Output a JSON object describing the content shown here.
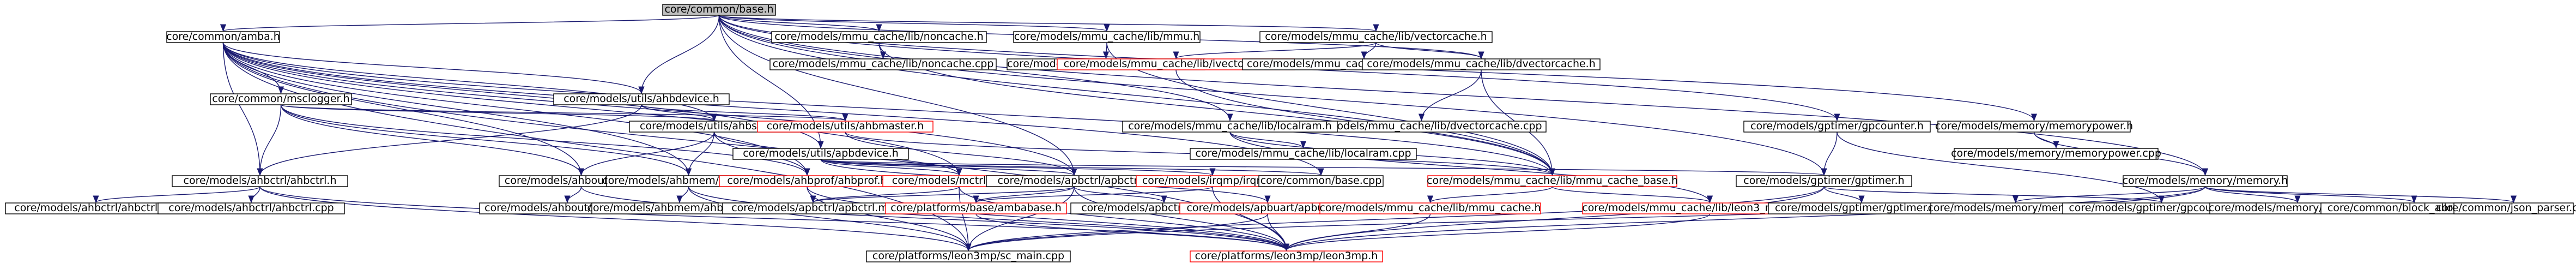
{
  "colors": {
    "edge": "#191970",
    "node_border": "#000000",
    "missing_border": "#ff0000",
    "root_fill": "#bfbfbf",
    "node_fill": "#ffffff"
  },
  "graph": {
    "nodes": [
      {
        "id": "base",
        "label": "core/common/base.h",
        "root": true
      },
      {
        "id": "amba",
        "label": "core/common/amba.h"
      },
      {
        "id": "noncache",
        "label": "core/models/mmu_cache/lib/noncache.h"
      },
      {
        "id": "mmu",
        "label": "core/models/mmu_cache/lib/mmu.h"
      },
      {
        "id": "vectorcache",
        "label": "core/models/mmu_cache/lib/vectorcache.h"
      },
      {
        "id": "noncache_cpp",
        "label": "core/models/mmu_cache/lib/noncache.cpp"
      },
      {
        "id": "mmu_cpp",
        "label": "core/models/mmu_cache/lib/mmu.cpp"
      },
      {
        "id": "ivectorcache",
        "label": "core/models/mmu_cache/lib/ivectorcache.h",
        "missing": true
      },
      {
        "id": "vectorcache_cpp",
        "label": "core/models/mmu_cache/lib/vectorcache.cpp"
      },
      {
        "id": "dvectorcache",
        "label": "core/models/mmu_cache/lib/dvectorcache.h"
      },
      {
        "id": "dvectorcache_cpp",
        "label": "core/models/mmu_cache/lib/dvectorcache.cpp"
      },
      {
        "id": "msclogger",
        "label": "core/common/msclogger.h"
      },
      {
        "id": "ahbdevice",
        "label": "core/models/utils/ahbdevice.h"
      },
      {
        "id": "ahbslave",
        "label": "core/models/utils/ahbslave.h"
      },
      {
        "id": "ahbmaster",
        "label": "core/models/utils/ahbmaster.h",
        "missing": true
      },
      {
        "id": "apbdevice",
        "label": "core/models/utils/apbdevice.h"
      },
      {
        "id": "localram",
        "label": "core/models/mmu_cache/lib/localram.h"
      },
      {
        "id": "localram_cpp",
        "label": "core/models/mmu_cache/lib/localram.cpp"
      },
      {
        "id": "gpcounter",
        "label": "core/models/gptimer/gpcounter.h"
      },
      {
        "id": "memorypower",
        "label": "core/models/memory/memorypower.h"
      },
      {
        "id": "memorypower_cpp",
        "label": "core/models/memory/memorypower.cpp"
      },
      {
        "id": "ahbctrl",
        "label": "core/models/ahbctrl/ahbctrl.h"
      },
      {
        "id": "ahbout",
        "label": "core/models/ahbout/ahbout.h"
      },
      {
        "id": "ahbmem",
        "label": "core/models/ahbmem/ahbmem.h"
      },
      {
        "id": "ahbprof",
        "label": "core/models/ahbprof/ahbprof.h",
        "missing": true
      },
      {
        "id": "mctrl",
        "label": "core/models/mctrl/mctrl.h",
        "missing": true
      },
      {
        "id": "apbctrl",
        "label": "core/models/apbctrl/apbctrl.h"
      },
      {
        "id": "irqmp",
        "label": "core/models/irqmp/irqmp.h",
        "missing": true
      },
      {
        "id": "base_cpp",
        "label": "core/common/base.cpp"
      },
      {
        "id": "mmu_cache_base",
        "label": "core/models/mmu_cache/lib/mmu_cache_base.h",
        "missing": true
      },
      {
        "id": "gptimer",
        "label": "core/models/gptimer/gptimer.h"
      },
      {
        "id": "memory",
        "label": "core/models/memory/memory.h"
      },
      {
        "id": "ahbctrl_md",
        "label": "core/models/ahbctrl/ahbctrl.md"
      },
      {
        "id": "ahbctrl_cpp",
        "label": "core/models/ahbctrl/ahbctrl.cpp"
      },
      {
        "id": "ahbout_cpp",
        "label": "core/models/ahbout/ahbout.cpp"
      },
      {
        "id": "ahbmem_cpp",
        "label": "core/models/ahbmem/ahbmem.cpp"
      },
      {
        "id": "apbctrl_md",
        "label": "core/models/apbctrl/apbctrl.md"
      },
      {
        "id": "ambabase",
        "label": "core/platforms/base/ambabase.h",
        "missing": true
      },
      {
        "id": "apbctrl_cpp",
        "label": "core/models/apbctrl/apbctrl.cpp"
      },
      {
        "id": "apbuart",
        "label": "core/models/apbuart/apbuart.h",
        "missing": true
      },
      {
        "id": "mmu_cache",
        "label": "core/models/mmu_cache/lib/mmu_cache.h",
        "missing": true
      },
      {
        "id": "leon3_mmu_cache",
        "label": "core/models/mmu_cache/lib/leon3_mmu_cache.h",
        "missing": true
      },
      {
        "id": "gptimer_cpp",
        "label": "core/models/gptimer/gptimer.cpp"
      },
      {
        "id": "memory_md",
        "label": "core/models/memory/memory.md"
      },
      {
        "id": "gpcounter_cpp",
        "label": "core/models/gptimer/gpcounter.cpp"
      },
      {
        "id": "memory_cpp",
        "label": "core/models/memory/memory.cpp"
      },
      {
        "id": "block_allocator",
        "label": "core/common/block_allocator.cpp"
      },
      {
        "id": "json_parser",
        "label": "core/common/json_parser.cpp"
      },
      {
        "id": "sc_main",
        "label": "core/platforms/leon3mp/sc_main.cpp"
      },
      {
        "id": "leon3mp",
        "label": "core/platforms/leon3mp/leon3mp.h",
        "missing": true
      }
    ],
    "edges": [
      [
        "base",
        "amba"
      ],
      [
        "base",
        "noncache"
      ],
      [
        "base",
        "mmu"
      ],
      [
        "base",
        "vectorcache"
      ],
      [
        "base",
        "dvectorcache"
      ],
      [
        "base",
        "ahbdevice"
      ],
      [
        "base",
        "apbdevice"
      ],
      [
        "base",
        "localram"
      ],
      [
        "base",
        "gpcounter"
      ],
      [
        "base",
        "memorypower"
      ],
      [
        "base",
        "memory"
      ],
      [
        "base",
        "mmu_cache_base"
      ],
      [
        "base",
        "gptimer"
      ],
      [
        "base",
        "apbctrl"
      ],
      [
        "amba",
        "msclogger"
      ],
      [
        "amba",
        "ahbdevice"
      ],
      [
        "amba",
        "apbdevice"
      ],
      [
        "amba",
        "ahbslave"
      ],
      [
        "amba",
        "ahbctrl"
      ],
      [
        "amba",
        "ahbout"
      ],
      [
        "amba",
        "ahbmem"
      ],
      [
        "amba",
        "ahbprof"
      ],
      [
        "amba",
        "mctrl"
      ],
      [
        "amba",
        "apbctrl"
      ],
      [
        "amba",
        "base_cpp"
      ],
      [
        "amba",
        "mmu_cache_base"
      ],
      [
        "amba",
        "sc_main"
      ],
      [
        "amba",
        "leon3mp"
      ],
      [
        "noncache",
        "noncache_cpp"
      ],
      [
        "noncache",
        "mmu_cache_base"
      ],
      [
        "mmu",
        "mmu_cpp"
      ],
      [
        "mmu",
        "mmu_cache_base"
      ],
      [
        "vectorcache",
        "ivectorcache"
      ],
      [
        "vectorcache",
        "vectorcache_cpp"
      ],
      [
        "vectorcache",
        "dvectorcache"
      ],
      [
        "ivectorcache",
        "mmu_cache_base"
      ],
      [
        "dvectorcache",
        "dvectorcache_cpp"
      ],
      [
        "dvectorcache",
        "mmu_cache_base"
      ],
      [
        "msclogger",
        "ahbslave"
      ],
      [
        "msclogger",
        "ahbmaster"
      ],
      [
        "msclogger",
        "ahbctrl"
      ],
      [
        "msclogger",
        "ahbout"
      ],
      [
        "msclogger",
        "ahbmem"
      ],
      [
        "msclogger",
        "ahbprof"
      ],
      [
        "ahbdevice",
        "ahbslave"
      ],
      [
        "ahbdevice",
        "ahbmaster"
      ],
      [
        "ahbdevice",
        "ahbctrl"
      ],
      [
        "ahbslave",
        "ahbout"
      ],
      [
        "ahbslave",
        "ahbmem"
      ],
      [
        "ahbslave",
        "ahbprof"
      ],
      [
        "ahbslave",
        "mctrl"
      ],
      [
        "ahbmaster",
        "mmu_cache_base"
      ],
      [
        "ahbmaster",
        "apbctrl"
      ],
      [
        "apbdevice",
        "apbctrl"
      ],
      [
        "apbdevice",
        "irqmp"
      ],
      [
        "apbdevice",
        "base_cpp"
      ],
      [
        "apbdevice",
        "gptimer"
      ],
      [
        "apbdevice",
        "apbuart"
      ],
      [
        "apbdevice",
        "mctrl"
      ],
      [
        "localram",
        "localram_cpp"
      ],
      [
        "localram",
        "mmu_cache_base"
      ],
      [
        "localram",
        "leon3_mmu_cache"
      ],
      [
        "gpcounter",
        "gpcounter_cpp"
      ],
      [
        "gpcounter",
        "gptimer"
      ],
      [
        "memorypower",
        "memorypower_cpp"
      ],
      [
        "memorypower",
        "memory"
      ],
      [
        "ahbctrl",
        "ahbctrl_md"
      ],
      [
        "ahbctrl",
        "ahbctrl_cpp"
      ],
      [
        "ahbctrl",
        "sc_main"
      ],
      [
        "ahbctrl",
        "leon3mp"
      ],
      [
        "ahbout",
        "ahbout_cpp"
      ],
      [
        "ahbout",
        "leon3mp"
      ],
      [
        "ahbmem",
        "ahbmem_cpp"
      ],
      [
        "ahbmem",
        "sc_main"
      ],
      [
        "ahbmem",
        "leon3mp"
      ],
      [
        "ahbprof",
        "sc_main"
      ],
      [
        "ahbprof",
        "leon3mp"
      ],
      [
        "mctrl",
        "apbctrl_md"
      ],
      [
        "mctrl",
        "sc_main"
      ],
      [
        "mctrl",
        "leon3mp"
      ],
      [
        "apbctrl",
        "apbctrl_md"
      ],
      [
        "apbctrl",
        "ambabase"
      ],
      [
        "apbctrl",
        "apbctrl_cpp"
      ],
      [
        "apbctrl",
        "sc_main"
      ],
      [
        "apbctrl",
        "leon3mp"
      ],
      [
        "irqmp",
        "ambabase"
      ],
      [
        "irqmp",
        "leon3mp"
      ],
      [
        "apbuart",
        "sc_main"
      ],
      [
        "apbuart",
        "leon3mp"
      ],
      [
        "mmu_cache_base",
        "mmu_cache"
      ],
      [
        "mmu_cache_base",
        "leon3_mmu_cache"
      ],
      [
        "mmu_cache",
        "leon3mp"
      ],
      [
        "leon3_mmu_cache",
        "leon3mp"
      ],
      [
        "gptimer",
        "gptimer_cpp"
      ],
      [
        "gptimer",
        "gpcounter_cpp"
      ],
      [
        "gptimer",
        "sc_main"
      ],
      [
        "gptimer",
        "leon3mp"
      ],
      [
        "memory",
        "memory_md"
      ],
      [
        "memory",
        "memory_cpp"
      ],
      [
        "memory",
        "block_allocator"
      ],
      [
        "memory",
        "json_parser"
      ],
      [
        "memory",
        "sc_main"
      ],
      [
        "memory",
        "leon3mp"
      ],
      [
        "ambabase",
        "leon3mp"
      ]
    ]
  }
}
